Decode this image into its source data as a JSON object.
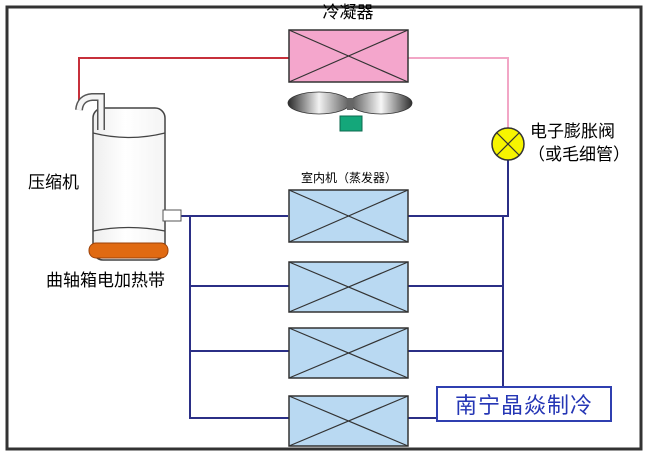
{
  "labels": {
    "condenser": "冷凝器",
    "compressor": "压缩机",
    "crankcase_heater": "曲轴箱电加热带",
    "indoor_unit": "室内机（蒸发器）",
    "expansion_valve_line1": "电子膨胀阀",
    "expansion_valve_line2": "（或毛细管）"
  },
  "watermark": {
    "text": "南宁晶焱制冷"
  },
  "colors": {
    "frame": "#333333",
    "discharge_line": "#c7303b",
    "liquid_line_pink": "#f2a6c6",
    "suction_line": "#2b2f86",
    "condenser_fill": "#f4a6cc",
    "indoor_unit_fill": "#b9d9f2",
    "heater": "#e06a12",
    "fan_motor": "#14a77a",
    "valve": "#f7f500",
    "watermark": "#2536b5"
  }
}
